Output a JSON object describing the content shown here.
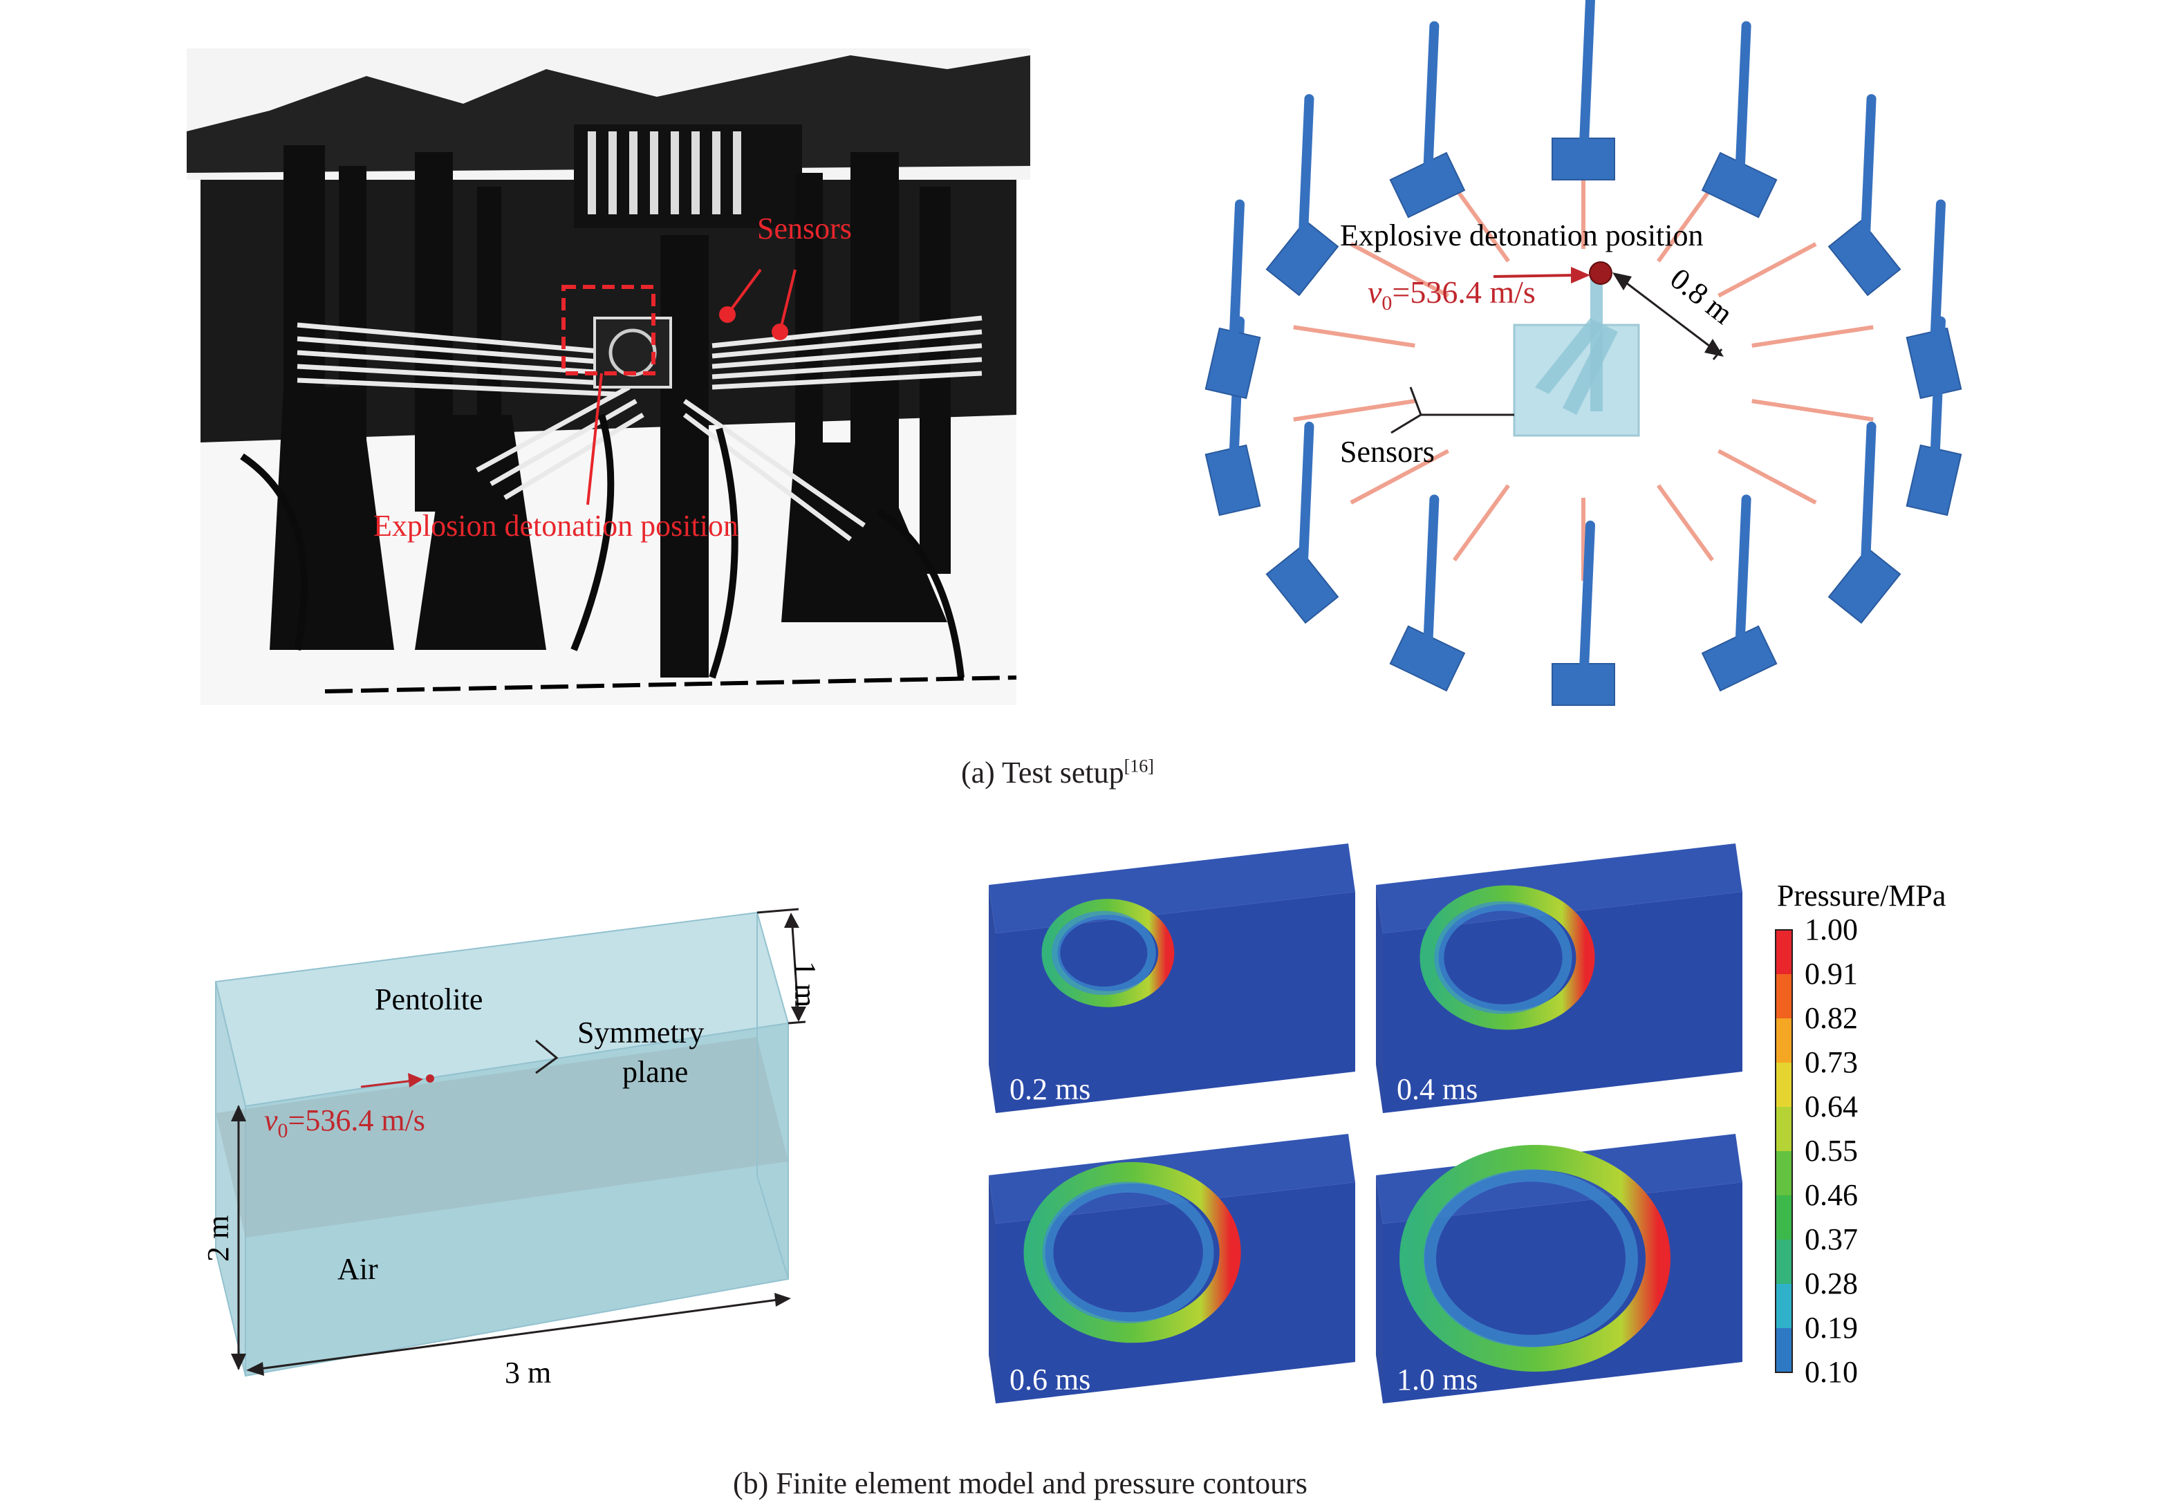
{
  "photo": {
    "sensors_label": "Sensors",
    "detonation_label": "Explosion detonation position"
  },
  "schematic": {
    "detonation_label": "Explosive detonation position",
    "velocity_symbol": "v",
    "velocity_subscript": "0",
    "velocity_value": "=536.4 m/s",
    "distance_label": "0.8 m",
    "sensors_label": "Sensors"
  },
  "caption_a": {
    "text": "(a) Test setup",
    "ref": "[16]"
  },
  "fe_model": {
    "charge_label": "Pentolite",
    "velocity_symbol": "v",
    "velocity_subscript": "0",
    "velocity_value": "=536.4 m/s",
    "symmetry_label_1": "Symmetry",
    "symmetry_label_2": "plane",
    "medium_label": "Air",
    "depth_label": "1 m",
    "height_label": "2 m",
    "length_label": "3 m"
  },
  "contours": {
    "panels": [
      {
        "time": "0.2 ms",
        "ring_scale": 0.28
      },
      {
        "time": "0.4 ms",
        "ring_scale": 0.5
      },
      {
        "time": "0.6 ms",
        "ring_scale": 0.72
      },
      {
        "time": "1.0 ms",
        "ring_scale": 1.0
      }
    ],
    "legend_title": "Pressure/MPa",
    "legend_values": [
      "1.00",
      "0.91",
      "0.82",
      "0.73",
      "0.64",
      "0.55",
      "0.46",
      "0.37",
      "0.28",
      "0.19",
      "0.10"
    ],
    "legend_colors": [
      "#e8262c",
      "#f1621f",
      "#f5a623",
      "#e6d531",
      "#b5d334",
      "#63c23f",
      "#3db84a",
      "#34b37a",
      "#2fb2c9",
      "#2e79c4",
      "#2a4aa8"
    ],
    "field_color": "#2a4aa8"
  },
  "caption_b": {
    "text": "(b) Finite element model and pressure contours"
  }
}
